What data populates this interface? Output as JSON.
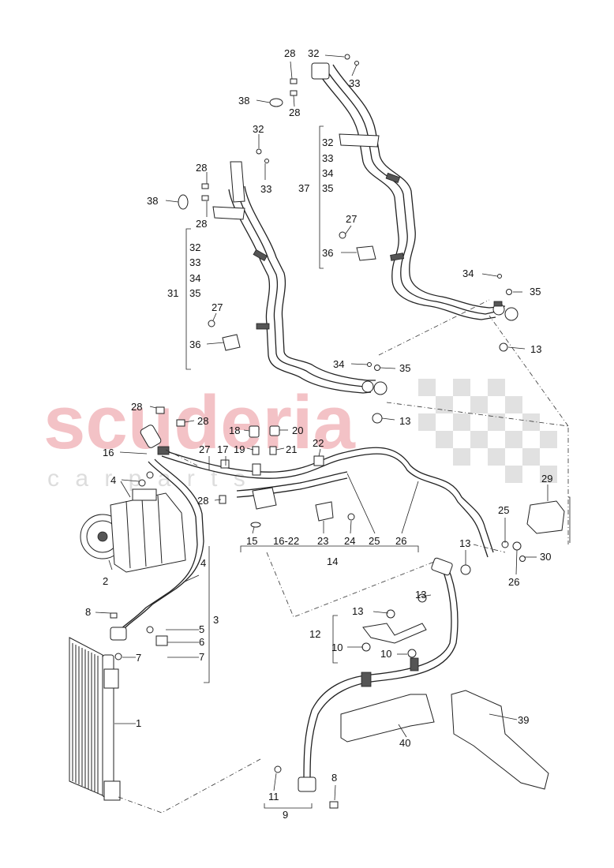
{
  "watermark": {
    "brand": "scuderia",
    "sub": "c a r   p a r t s",
    "brand_color": "#f2b8bd",
    "check_color": "#d6d6d6"
  },
  "labels": {
    "n32a": "32",
    "n33a": "33",
    "n28a": "28",
    "n38a": "38",
    "n28b": "28",
    "n32b": "32",
    "n33b": "33",
    "n28c": "28",
    "n38b": "38",
    "n28d": "28",
    "g31_32": "32",
    "g31_33": "33",
    "g31_34": "34",
    "g31_35": "35",
    "g31": "31",
    "n27a": "27",
    "n36a": "36",
    "g37_32": "32",
    "g37_33": "33",
    "g37_34": "34",
    "g37_35": "35",
    "g37": "37",
    "n27b": "27",
    "n36b": "36",
    "n34a": "34",
    "n35a": "35",
    "n13a": "13",
    "n34b": "34",
    "n35b": "35",
    "n13b": "13",
    "n28e": "28",
    "n28f": "28",
    "n16": "16",
    "n18": "18",
    "n20": "20",
    "n27c": "27",
    "n17": "17",
    "n19": "19",
    "n21": "21",
    "n22": "22",
    "n4a": "4",
    "n28g": "28",
    "n29": "29",
    "n25a": "25",
    "n13c": "13",
    "n26a": "26",
    "n30": "30",
    "r15": "15",
    "r16_22": "16-22",
    "r23": "23",
    "r24": "24",
    "r25": "25",
    "r26": "26",
    "n14": "14",
    "n2": "2",
    "n4b": "4",
    "n8a": "8",
    "n3": "3",
    "n5": "5",
    "n6": "6",
    "n7a": "7",
    "n7b": "7",
    "n13d": "13",
    "n13e": "13",
    "n12": "12",
    "n10a": "10",
    "n10b": "10",
    "n1": "1",
    "n39": "39",
    "n40": "40",
    "n8b": "8",
    "n11": "11",
    "n9": "9"
  }
}
